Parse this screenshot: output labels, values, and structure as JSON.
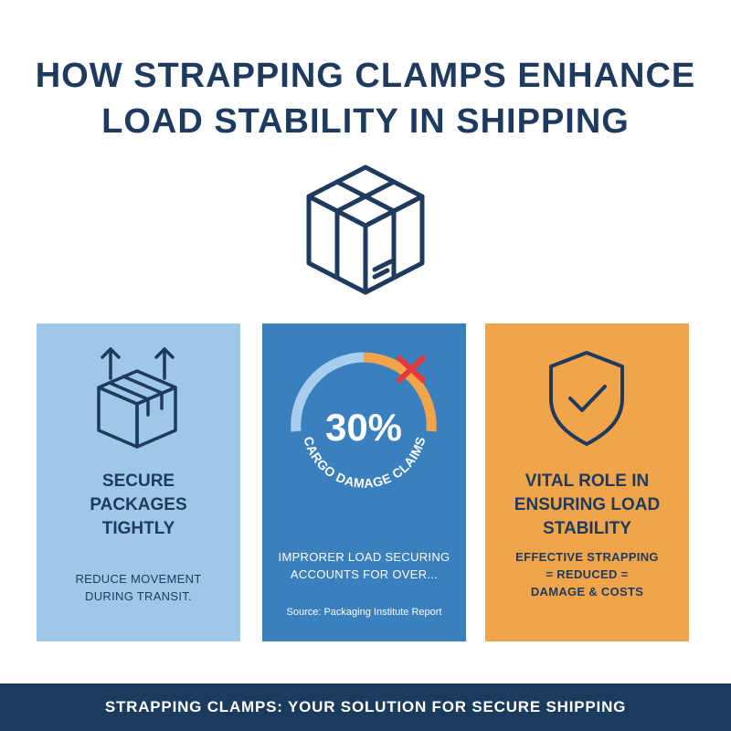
{
  "title": {
    "line1": "HOW STRAPPING CLAMPS ENHANCE",
    "line2": "LOAD STABILITY IN SHIPPING"
  },
  "hero_icon": "package-box-icon",
  "cards": [
    {
      "icon": "box-up-arrows-icon",
      "heading": [
        "SECURE",
        "PACKAGES",
        "TIGHTLY"
      ],
      "body": [
        "REDUCE MOVEMENT",
        "DURING TRANSIT."
      ],
      "color": "#9fc8e6"
    },
    {
      "icon": "gauge-x-icon",
      "stat": "30%",
      "arc_label": "CARGO DAMAGE CLAIMS",
      "stat_fraction": 0.3,
      "body": [
        "IMPRORER LOAD SECURING",
        "ACCOUNTS FOR OVER..."
      ],
      "source": "Source: Packaging Institute Report",
      "color": "#3a7fbe"
    },
    {
      "icon": "shield-check-icon",
      "heading": [
        "VITAL ROLE IN",
        "ENSURING LOAD",
        "STABILITY"
      ],
      "body": [
        "EFFECTIVE STRAPPING",
        "= REDUCED =",
        "DAMAGE & COSTS"
      ],
      "color": "#f2a44a"
    }
  ],
  "footer": "STRAPPING CLAMPS: YOUR SOLUTION FOR SECURE SHIPPING",
  "colors": {
    "navy": "#1e3a5f",
    "light_blue": "#9fc8e6",
    "mid_blue": "#3a7fbe",
    "orange": "#f2a44a",
    "red": "#e23a3a",
    "footer_bg": "#1a3b5c"
  }
}
